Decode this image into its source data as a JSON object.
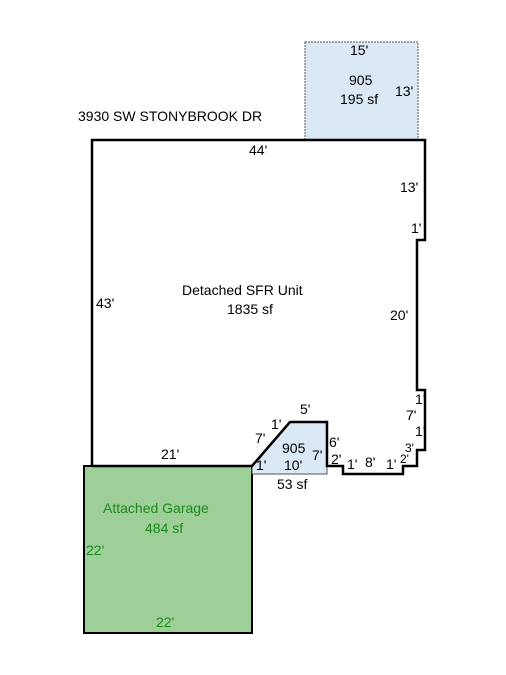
{
  "address": "3930 SW STONYBROOK DR",
  "colors": {
    "addition_fill": "#dbe8f5",
    "garage_fill": "#9ecf98",
    "garage_text": "#1a8a1a",
    "outline": "#000000"
  },
  "top_addition": {
    "width_label": "15'",
    "code": "905",
    "area": "195 sf",
    "depth_label": "13'"
  },
  "main_unit": {
    "name": "Detached SFR Unit",
    "area": "1835 sf",
    "dims": {
      "top": "44'",
      "left": "43'",
      "right_upper": "13'",
      "right_jog": "1'",
      "right_mid": "20'",
      "right_jog2": "1'",
      "right_lower": "7'",
      "right_jog3": "1'",
      "corner_a": "3'",
      "corner_b": "2'",
      "bottom_a": "1'",
      "bottom_b": "8'",
      "bottom_c": "1'",
      "bottom_d": "2'",
      "step_a": "6'",
      "bottom_left": "21'"
    }
  },
  "bottom_addition": {
    "code": "905",
    "area": "53 sf",
    "dims": {
      "top": "5'",
      "diag_short": "1'",
      "diag": "7'",
      "right": "7'",
      "bottom": "10'",
      "left_small": "1'"
    }
  },
  "garage": {
    "name": "Attached Garage",
    "area": "484 sf",
    "left": "22'",
    "bottom": "22'"
  }
}
